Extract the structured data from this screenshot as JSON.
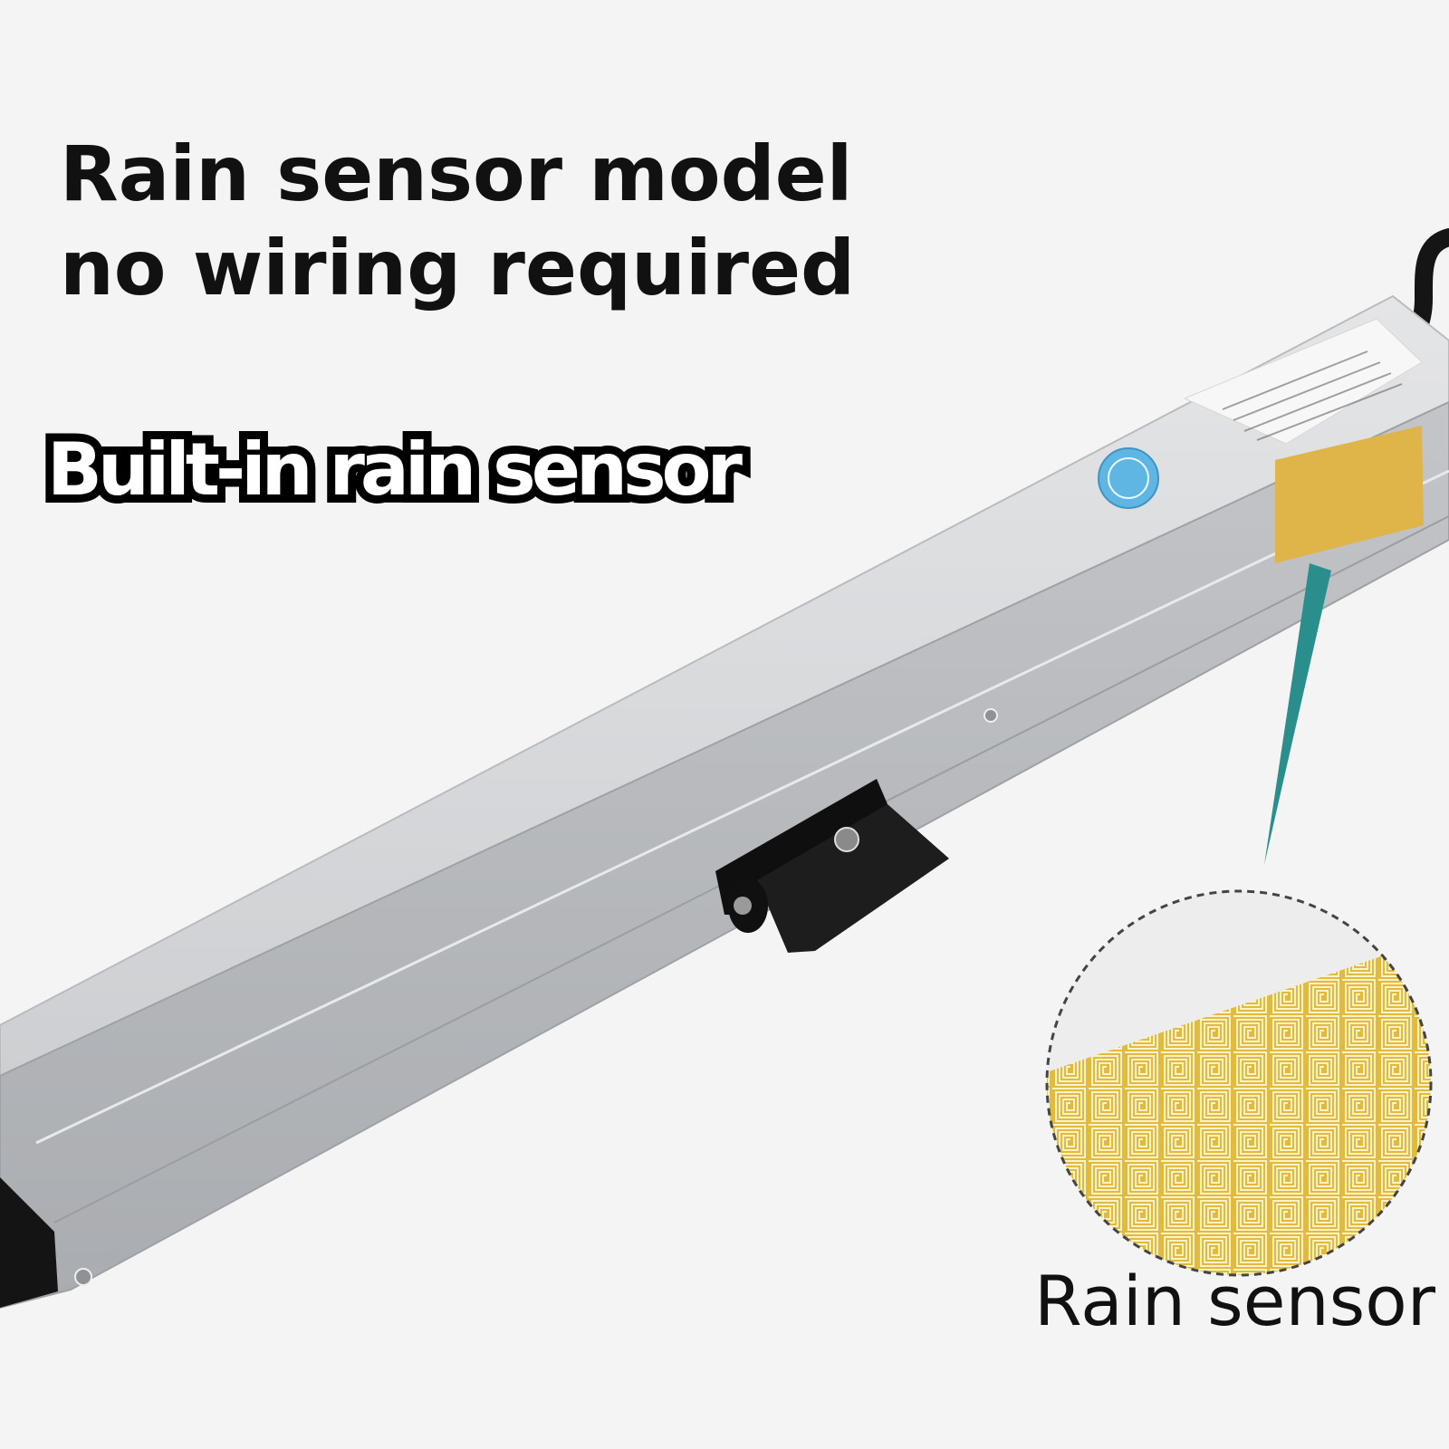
{
  "heading": {
    "line1": "Rain sensor model",
    "line2": "no wiring required"
  },
  "badge_text": "Built-in rain sensor",
  "inset_caption": "Rain sensor",
  "colors": {
    "background": "#f4f4f4",
    "housing": "#c9cbcd",
    "sensor_pad": "#e3bc45",
    "pointer": "#2a8f8c",
    "bracket": "#161616"
  }
}
